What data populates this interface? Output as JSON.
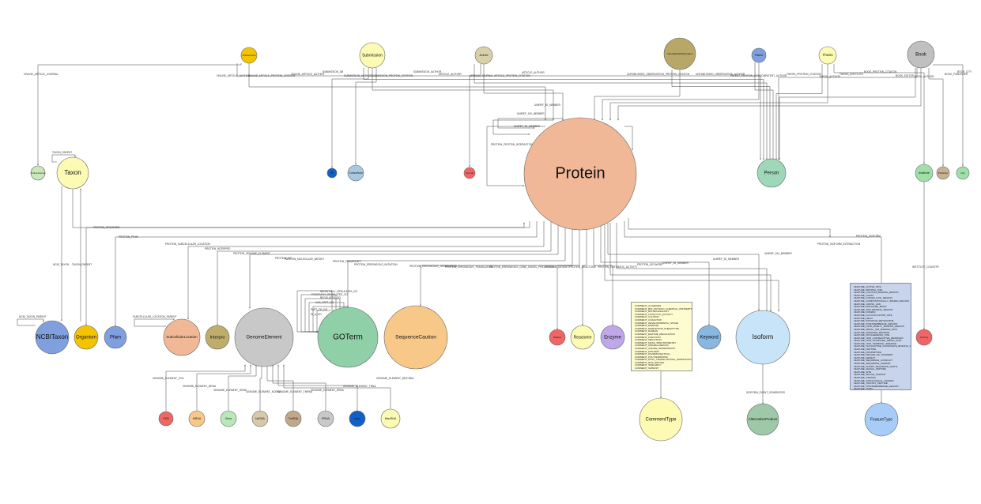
{
  "nodes": {
    "protein": {
      "label": "Protein",
      "color": "#f0b897"
    },
    "person": {
      "label": "Person",
      "color": "#9fd8b8"
    },
    "taxon": {
      "label": "Taxon",
      "color": "#fdfbb3"
    },
    "ncbi_taxon": {
      "label": "NCBITaxon",
      "color": "#7f9fdf"
    },
    "organism": {
      "label": "Organism",
      "color": "#f5c400"
    },
    "pfam": {
      "label": "Pfam",
      "color": "#7f9fdf"
    },
    "subcellular_location": {
      "label": "SubcellularLocation",
      "color": "#f0b897"
    },
    "interpro": {
      "label": "Interpro",
      "color": "#bfad6b"
    },
    "genome_element": {
      "label": "GenomeElement",
      "color": "#c8c8c8"
    },
    "go_term": {
      "label": "GOTerm",
      "color": "#8fd0a8"
    },
    "sequence_caution": {
      "label": "SequenceCaution",
      "color": "#f8c888"
    },
    "dataset": {
      "label": "Dataset",
      "color": "#ee6666"
    },
    "reactome": {
      "label": "Reactome",
      "color": "#fdfbb3"
    },
    "enzyme": {
      "label": "Enzyme",
      "color": "#c0a8e8"
    },
    "keyword": {
      "label": "Keyword",
      "color": "#88b8e0"
    },
    "isoform": {
      "label": "Isoform",
      "color": "#c8e4f8"
    },
    "comment_type": {
      "label": "CommentType",
      "color": "#fdfbb3"
    },
    "alternative_product": {
      "label": "AlternativeProduct",
      "color": "#9fc8a8"
    },
    "feature_type": {
      "label": "FeatureType",
      "color": "#a8ccf8"
    },
    "country": {
      "label": "Country",
      "color": "#ee6666"
    },
    "institute": {
      "label": "Institute",
      "color": "#9fe0a8"
    },
    "publisher": {
      "label": "Publisher",
      "color": "#c8b090"
    },
    "city": {
      "label": "City",
      "color": "#9fe0a8"
    },
    "book": {
      "label": "Book",
      "color": "#c0c0c0"
    },
    "thesis": {
      "label": "Thesis",
      "color": "#fdfbb3"
    },
    "patent": {
      "label": "Patent",
      "color": "#7f9fdf"
    },
    "unpublished_observation": {
      "label": "UnpublishedObservation",
      "color": "#b8a868"
    },
    "article": {
      "label": "Article",
      "color": "#d8d0a8"
    },
    "submission": {
      "label": "Submission",
      "color": "#fdfbb3"
    },
    "online_article": {
      "label": "OnlineArticle",
      "color": "#f5c400"
    },
    "db": {
      "label": "DB",
      "color": "#1060c8"
    },
    "consortium": {
      "label": "Consortium",
      "color": "#a8c8e0"
    },
    "journal": {
      "label": "Journal",
      "color": "#ee6666"
    },
    "online_journal": {
      "label": "OnlineJournal",
      "color": "#c8e8b8"
    },
    "cds": {
      "label": "CDS",
      "color": "#ee6666"
    },
    "mrna": {
      "label": "MRNA",
      "color": "#f8c888"
    },
    "gene": {
      "label": "Gene",
      "color": "#b8e8b8"
    },
    "ncrna": {
      "label": "NcRNA",
      "color": "#d8c8a8"
    },
    "tmrna": {
      "label": "TmRNA",
      "color": "#c0a888"
    },
    "rrna": {
      "label": "RRNA",
      "color": "#c8c8c8"
    },
    "trna": {
      "label": "tRNA",
      "color": "#1060c8"
    },
    "misc_rna": {
      "label": "MiscRNA",
      "color": "#fdfbb3"
    }
  },
  "edge_labels": {
    "online_article_journal": "ONLINE_ARTICLE_JOURNAL",
    "online_article_author": "ONLINE_ARTICLE_AUTHOR",
    "online_article_protein_citation": "ONLINE_ARTICLE_PROTEIN_CITATION",
    "online_article_author2": "ONLINE_ARTICLE_AUTHOR",
    "submission_db": "SUBMISSION_DB",
    "submission_author": "SUBMISSION_AUTHOR",
    "submission_protein_citation": "SUBMISSION_PROTEIN_CITATION",
    "submission_author2": "SUBMISSION_AUTHOR",
    "article_journal": "ARTICLE_JOURNAL",
    "article_author": "ARTICLE_AUTHOR",
    "article_protein_citation": "ARTICLE_PROTEIN_CITATION",
    "article_author2": "ARTICLE_AUTHOR",
    "unpublished_protein_citation": "UNPUBLISHED_OBSERVATION_PROTEIN_CITATION",
    "unpublished_author": "UNPUBLISHED_OBSERVATION_AUTHOR",
    "patent_protein_citation": "PATENT_PROTEIN_CITATION",
    "patent_author": "PATENT_AUTHOR",
    "thesis_protein_citation": "THESIS_PROTEIN_CITATION",
    "thesis_author": "THESIS_AUTHOR",
    "thesis_institute": "THESIS_INSTITUTE",
    "book_protein_citation": "BOOK_PROTEIN_CITATION",
    "book_editor": "BOOK_EDITOR",
    "book_author": "BOOK_AUTHOR",
    "book_publisher": "BOOK_PUBLISHER",
    "book_city": "BOOK_CITY",
    "taxon_parent": "TAXON_PARENT",
    "ncbi_taxon_parent": "NCBI_TAXON_PARENT",
    "subcellular_location_parent": "SUBCELLULAR_LOCATION_PARENT",
    "ncbi_taxon": "NCBI_TAXON",
    "taxon_parent_org": "TAXON_PARENT",
    "protein_organism": "PROTEIN_ORGANISM",
    "protein_pfam": "PROTEIN_PFAM",
    "protein_subcellular_location": "PROTEIN_SUBCELLULAR_LOCATION",
    "protein_interpro": "PROTEIN_INTERPRO",
    "protein_genome_element": "PROTEIN_GENOME_ELEMENT",
    "protein_go": "PROTEIN_GO",
    "protein_molecular_weight": "PROTEIN_MOLECULAR_WEIGHT",
    "protein_frameshift": "PROTEIN_FRAMESHIFT",
    "protein_erroneous_initiation": "PROTEIN_ERRONEOUS_INITIATION",
    "protein_erroneous_termination": "PROTEIN_ERRONEOUS_TERMINATION",
    "protein_erroneous_translation": "PROTEIN_ERRONEOUS_TRANSLATION",
    "protein_erroneous_gene_model": "PROTEIN_ERRONEOUS_GENE_MODEL_PREDICTION",
    "protein_dataset": "PROTEIN_DATASET",
    "protein_reactome": "PROTEIN_REACTOME",
    "protein_enzymatic_activity": "PROTEIN_ENZYMATIC_ACTIVITY",
    "protein_keyword": "PROTEIN_KEYWORD",
    "protein_isoform_interaction": "PROTEIN_ISOFORM_INTERACTION",
    "protein_isoform": "PROTEIN_ISOFORM",
    "uniref_50_member": "UNIREF_50_MEMBER",
    "uniref_90_member": "UNIREF_90_MEMBER",
    "uniref_100_member": "UNIREF_100_MEMBER",
    "protein_protein_interaction": "PROTEIN_PROTEIN_INTERACTION",
    "protein_self_90": "UNIREF_90_MEMBER",
    "protein_self_100": "UNIREF_100_MEMBER",
    "protein_self_50": "UNIREF_50_MEMBER",
    "isoform_fused_genes": "ISOFORM_EVENT_GENERATOR",
    "institute_country": "INSTITUTE_COUNTRY",
    "is_a_go": "IS_A_GO",
    "part_of_go": "PART_OF_GO",
    "has_part_go": "HAS_PART_GO",
    "regulates_go": "REGULATES_GO",
    "positively_regulates_go": "POSITIVELY_REGULATES_GO",
    "negatively_regulates_go": "NEGATIVELY_REGULATES_GO",
    "ge_cds": "GENOME_ELEMENT_CDS",
    "ge_mrna": "GENOME_ELEMENT_MRNA",
    "ge_gene": "GENOME_ELEMENT_GENE",
    "ge_ncrna": "GENOME_ELEMENT_NCRNA",
    "ge_tmrna": "GENOME_ELEMENT_TMRNA",
    "ge_rrna": "GENOME_ELEMENT_RRNA",
    "ge_trna": "GENOME_ELEMENT_TRNA",
    "ge_misc_rna": "GENOME_ELEMENT_MISCRNA"
  },
  "comment_list": {
    "bg": "#fdfbd0",
    "items": [
      "COMMENT_ALLERGEN",
      "COMMENT_BIO_PHYSICO_CHEMICAL_PROPERTIES",
      "COMMENT_BIOTECHNOLOGY",
      "COMMENT_CATALYTIC_ACTIVITY",
      "COMMENT_CAUTION",
      "COMMENT_COFACTOR",
      "COMMENT_DEVELOPMENTAL_STAGE",
      "COMMENT_DISEASE",
      "COMMENT_DISRUPTION_PHENOTYPE",
      "COMMENT_DOMAIN",
      "COMMENT_ENZYME_REGULATION",
      "COMMENT_FUNCTION",
      "COMMENT_INDUCTION",
      "COMMENT_MASS_SPECTROMETRY",
      "COMMENT_MISCELLANEOUS",
      "COMMENT_ONLINE_INFORMATION",
      "COMMENT_PATHWAY",
      "COMMENT_PHARMACEUTICAL",
      "COMMENT_POLYMORPHISM",
      "COMMENT_POST_TRANSLATIONAL_MODIFICATION",
      "COMMENT_RNA_EDITING",
      "COMMENT_SIMILARITY",
      "COMMENT_SUBUNIT",
      "COMMENT_TISSUE_SPECIFICITY",
      "COMMENT_TOXIC_DOSE"
    ]
  },
  "feature_list": {
    "bg": "#c8d4ec",
    "items": [
      "FEATURE_ACTIVE_SITE",
      "FEATURE_BINDING_SITE",
      "FEATURE_CALCIUM_BINDING_REGION",
      "FEATURE_CHAIN",
      "FEATURE_COILED_COIL_REGION",
      "FEATURE_COMPOSITIONALLY_BIASED_REGION",
      "FEATURE_CROSS_LINK",
      "FEATURE_DISULFIDE_BOND",
      "FEATURE_DNA_BINDING_REGION",
      "FEATURE_DOMAIN",
      "FEATURE_GLYCOSYLATION_SITE",
      "FEATURE_HELIX",
      "FEATURE_INITIATOR_METHIONINE",
      "FEATURE_INTRAMEMBRANE_REGION",
      "FEATURE_LIPID_MOIETY_BINDING_REGION",
      "FEATURE_METAL_ION_BINDING_SITE",
      "FEATURE_MODIFIED_RESIDUE",
      "FEATURE_MUTAGENESIS_SITE",
      "FEATURE_NON_CONSECUTIVE_RESIDUES",
      "FEATURE_NON_STANDARD_AMINO_ACID",
      "FEATURE_NON_TERMINAL_RESIDUE",
      "FEATURE_NUCLEOTIDE_PHOSPHATE_BINDING_REGION",
      "FEATURE_PEPTIDE",
      "FEATURE_PROPEPTIDE",
      "FEATURE_REGION_OF_INTEREST",
      "FEATURE_REPEAT",
      "FEATURE_SEQUENCE_CONFLICT",
      "FEATURE_SEQUENCE_VARIANT",
      "FEATURE_SHORT_SEQUENCE_MOTIF",
      "FEATURE_SIGNAL_PEPTIDE",
      "FEATURE_SITE",
      "FEATURE_SPLICE_VARIANT",
      "FEATURE_STRAND",
      "FEATURE_TOPOLOGICAL_DOMAIN",
      "FEATURE_TRANSIT_PEPTIDE",
      "FEATURE_TRANSMEMBRANE_REGION",
      "FEATURE_TURN",
      "FEATURE_UNSURE_RESIDUE",
      "FEATURE_ZINC_FINGER_REGION"
    ]
  }
}
